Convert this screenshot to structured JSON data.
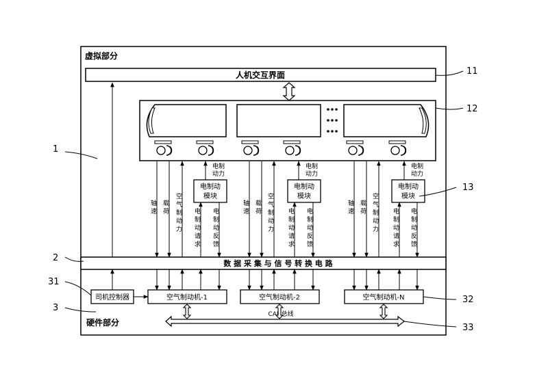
{
  "sections": {
    "virtual": "虚拟部分",
    "hardware": "硬件部分"
  },
  "hmi": "人机交互界面",
  "train": {
    "ellipsis": "●\n●\n●"
  },
  "ebrake_module_lines": [
    "电制动",
    "模块"
  ],
  "ebrake_power": [
    "电制",
    "动力"
  ],
  "vlabels": {
    "axle_speed": "轴速",
    "load": "载荷",
    "air_brake_force": "空气制动力",
    "ebrake_request": "电制动请求",
    "ebrake_feedback": "电制动反馈"
  },
  "converter": "数 据 采 集 与 信 号 转 换 电 路",
  "driver_controller": "司机控制器",
  "brake_units": [
    "空气制动机-1",
    "空气制动机-2",
    "空气制动机-N"
  ],
  "can_bus": "CAN总线",
  "refs": {
    "r11": "11",
    "r12": "12",
    "r1": "1",
    "r13": "13",
    "r2": "2",
    "r31": "31",
    "r32": "32",
    "r3": "3",
    "r33": "33"
  }
}
